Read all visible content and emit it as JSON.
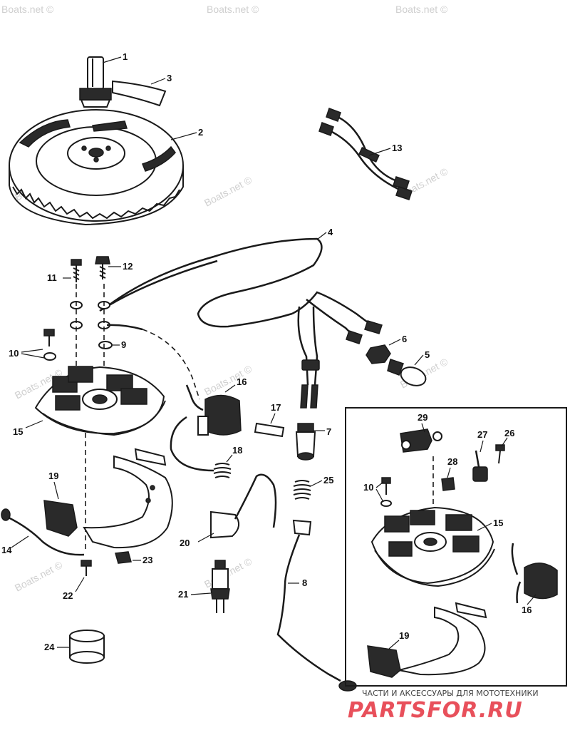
{
  "watermark_text": "Boats.net ©",
  "callouts": {
    "c1": "1",
    "c2": "2",
    "c3": "3",
    "c4": "4",
    "c5": "5",
    "c6": "6",
    "c7": "7",
    "c8": "8",
    "c9": "9",
    "c10": "10",
    "c10b": "10",
    "c11": "11",
    "c12": "12",
    "c13": "13",
    "c14": "14",
    "c15": "15",
    "c15b": "15",
    "c16": "16",
    "c16b": "16",
    "c17": "17",
    "c18": "18",
    "c19": "19",
    "c19b": "19",
    "c20": "20",
    "c21": "21",
    "c22": "22",
    "c23": "23",
    "c24": "24",
    "c25": "25",
    "c26": "26",
    "c27": "27",
    "c28": "28",
    "c29": "29"
  },
  "footer": {
    "banner": "ЧАСТИ И АКСЕССУАРЫ ДЛЯ МОТОТЕХНИКИ",
    "brand_part1": "PARTS",
    "brand_part2": "FOR.RU",
    "brand_color": "#e8505b"
  }
}
